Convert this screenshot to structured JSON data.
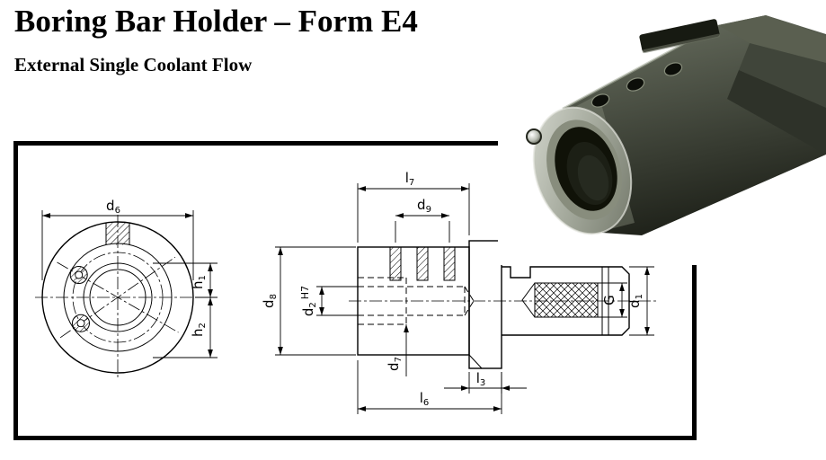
{
  "page": {
    "title": "Boring Bar Holder – Form E4",
    "subtitle": "External Single Coolant Flow"
  },
  "drawing": {
    "labels": {
      "d6": {
        "base": "d",
        "sub": "6"
      },
      "h1": {
        "base": "h",
        "sub": "1"
      },
      "h2": {
        "base": "h",
        "sub": "2"
      },
      "l7": {
        "base": "l",
        "sub": "7"
      },
      "d9": {
        "base": "d",
        "sub": "9"
      },
      "d8": {
        "base": "d",
        "sub": "8"
      },
      "d2": {
        "base": "d",
        "sub": "2",
        "tol": "H7"
      },
      "d7": {
        "base": "d",
        "sub": "7"
      },
      "l6": {
        "base": "l",
        "sub": "6"
      },
      "l3": {
        "base": "l",
        "sub": "3"
      },
      "g": {
        "base": "G"
      },
      "d1": {
        "base": "d",
        "sub": "1"
      }
    },
    "colors": {
      "ink": "#000000",
      "paper": "#ffffff"
    }
  }
}
